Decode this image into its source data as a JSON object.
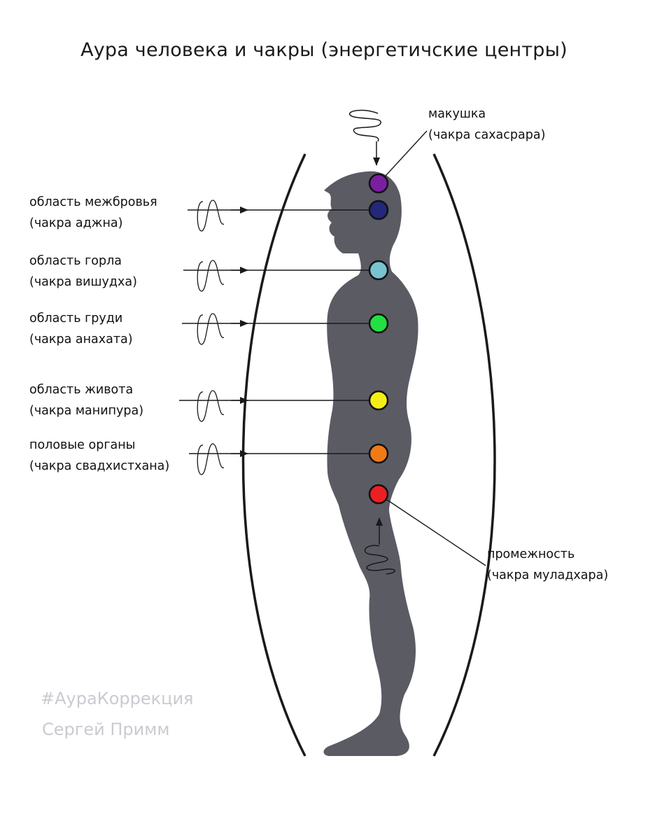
{
  "title": "Аура человека и чакры (энергетичские центры)",
  "chakras": [
    {
      "id": "sahasrara",
      "area": "макушка",
      "name": "(чакра сахасрара)",
      "color": "#7a1fa2"
    },
    {
      "id": "ajna",
      "area": "область межбровья",
      "name": "(чакра аджна)",
      "color": "#24287a"
    },
    {
      "id": "vishuddha",
      "area": "область горла",
      "name": "(чакра вишудха)",
      "color": "#79c3d0"
    },
    {
      "id": "anahata",
      "area": "область груди",
      "name": "(чакра анахата)",
      "color": "#22e043"
    },
    {
      "id": "manipura",
      "area": "область живота",
      "name": "(чакра манипура)",
      "color": "#f5ee16"
    },
    {
      "id": "svadhisthana",
      "area": "половые органы",
      "name": "(чакра свадхистхана)",
      "color": "#f07a16"
    },
    {
      "id": "muladhara",
      "area": "промежность",
      "name": "(чакра муладхара)",
      "color": "#ee1f23"
    }
  ],
  "watermark": {
    "hashtag": "#АураКоррекция",
    "author": "Сергей Примм"
  },
  "colors": {
    "silhouette": "#5b5b64",
    "aura_line": "#1a1a1a",
    "watermark": "#c9cbd0"
  }
}
